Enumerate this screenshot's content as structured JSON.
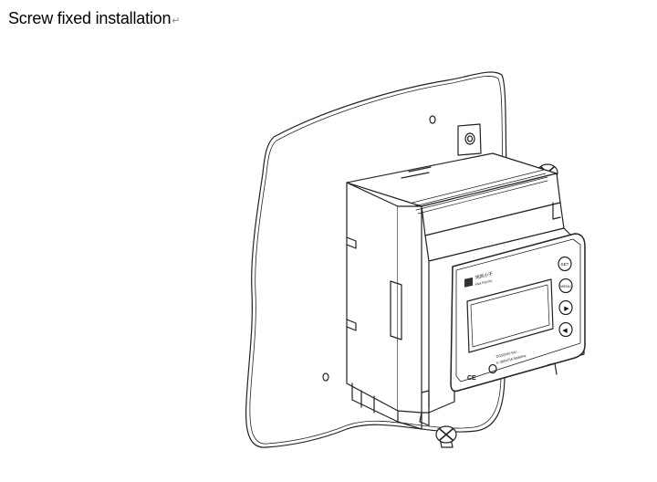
{
  "document": {
    "heading": "Screw fixed installation",
    "paragraph_mark": "↵"
  },
  "device": {
    "buttons": [
      "SET",
      "MENU",
      "▶",
      "◀"
    ],
    "brand_text": "鸿岚小子",
    "brand_sub": "Pilot Electric",
    "model_line1": "DSS(Wh) 5A/...",
    "model_line2": "3~380V/5A 50/60Hz",
    "ce_mark": "CE"
  }
}
